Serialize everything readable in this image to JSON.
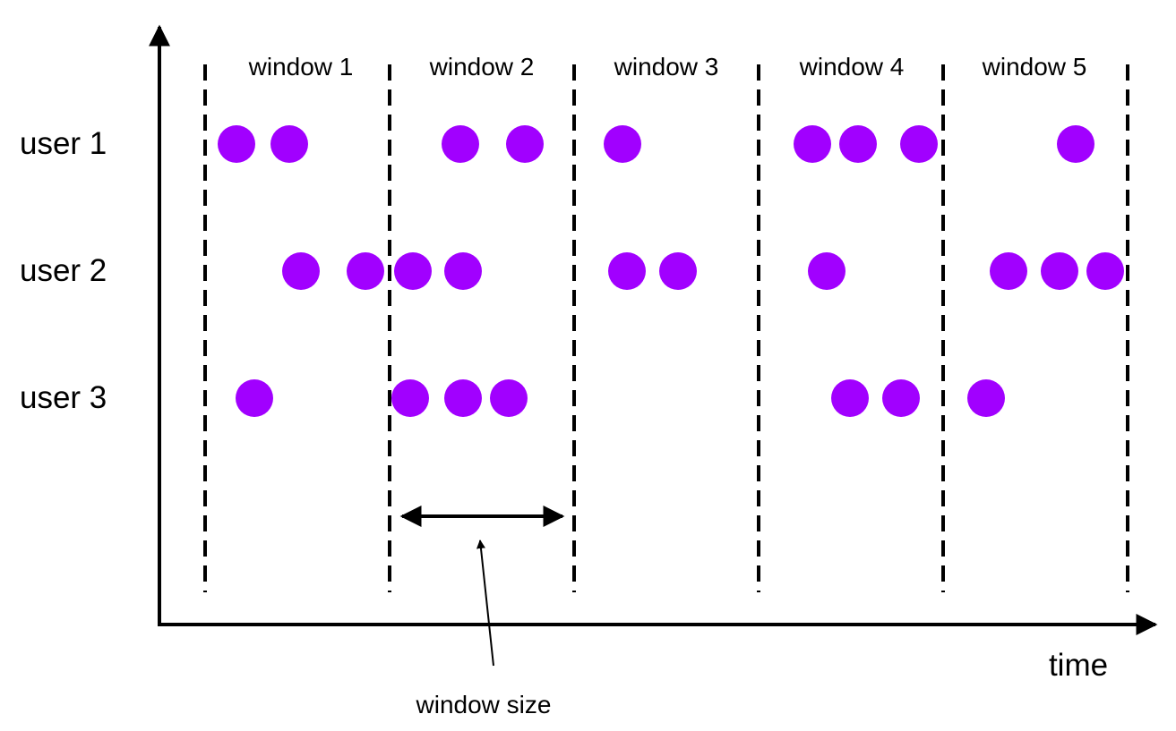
{
  "windows": [
    "window 1",
    "window 2",
    "window 3",
    "window 4",
    "window 5"
  ],
  "users": [
    "user 1",
    "user 2",
    "user 3"
  ],
  "x_axis_label": "time",
  "annotation": "window size",
  "event_color": "#a100ff",
  "line_color": "#000000"
}
